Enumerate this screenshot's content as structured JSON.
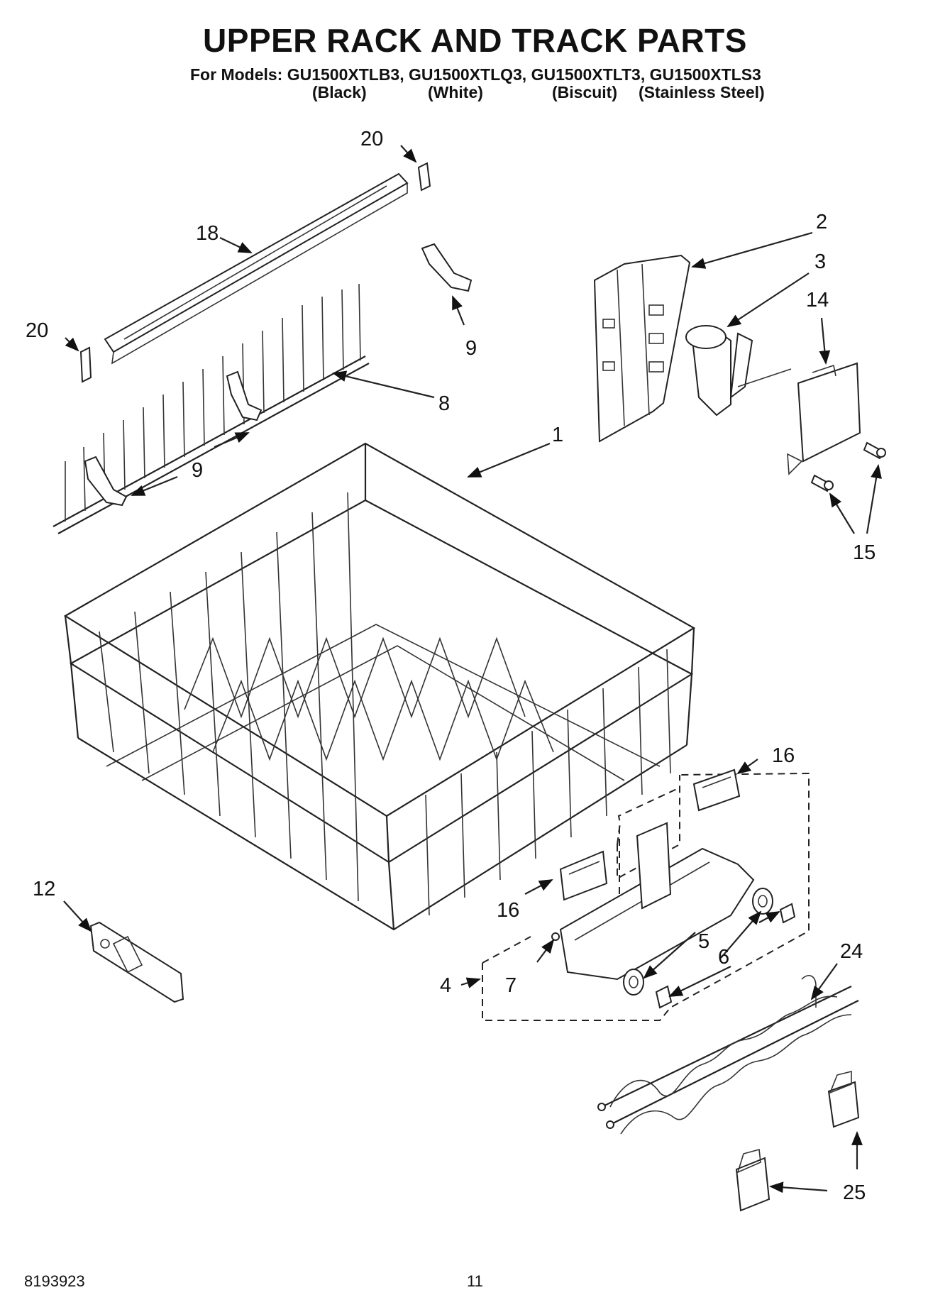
{
  "header": {
    "title": "UPPER RACK AND TRACK PARTS",
    "models_line": "For Models: GU1500XTLB3, GU1500XTLQ3, GU1500XTLT3, GU1500XTLS3",
    "colors": [
      "(Black)",
      "(White)",
      "(Biscuit)",
      "(Stainless Steel)"
    ]
  },
  "callouts": {
    "c1": "1",
    "c2": "2",
    "c3": "3",
    "c4": "4",
    "c5": "5",
    "c6": "6",
    "c7": "7",
    "c8": "8",
    "c9a": "9",
    "c9b": "9",
    "c12": "12",
    "c14": "14",
    "c15": "15",
    "c16a": "16",
    "c16b": "16",
    "c18": "18",
    "c20a": "20",
    "c20b": "20",
    "c24": "24",
    "c25": "25"
  },
  "footer": {
    "doc_number": "8193923",
    "page_number": "11"
  }
}
